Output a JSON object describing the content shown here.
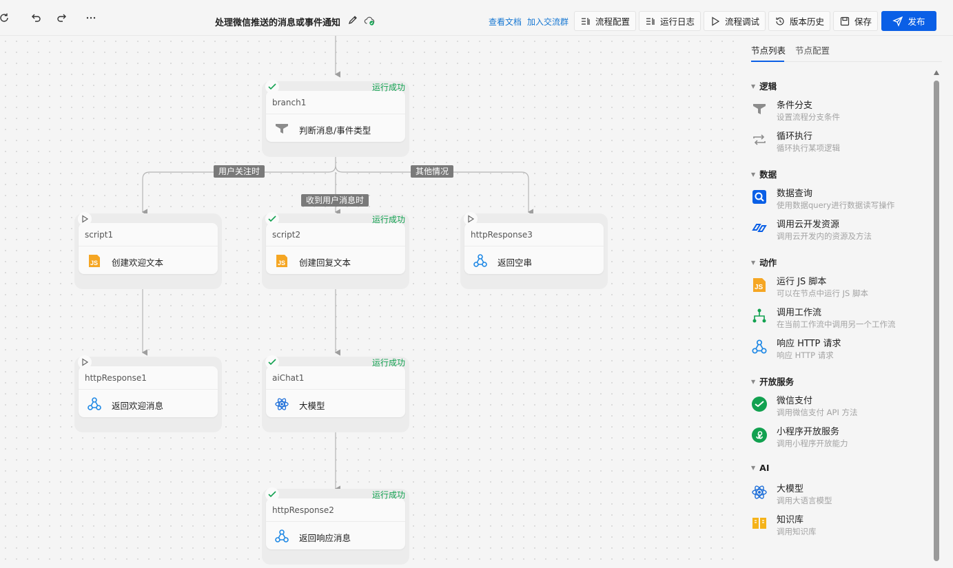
{
  "toolbar": {
    "title": "处理微信推送的消息或事件通知",
    "links": [
      "查看文档",
      "加入交流群"
    ],
    "buttons": {
      "config": "流程配置",
      "logs": "运行日志",
      "debug": "流程调试",
      "history": "版本历史",
      "save": "保存",
      "publish": "发布"
    }
  },
  "canvas": {
    "nodes": {
      "branch1": {
        "name": "branch1",
        "label": "判断消息/事件类型",
        "status": "运行成功"
      },
      "script1": {
        "name": "script1",
        "label": "创建欢迎文本",
        "status": ""
      },
      "script2": {
        "name": "script2",
        "label": "创建回复文本",
        "status": "运行成功"
      },
      "httpResponse3": {
        "name": "httpResponse3",
        "label": "返回空串",
        "status": ""
      },
      "httpResponse1": {
        "name": "httpResponse1",
        "label": "返回欢迎消息",
        "status": ""
      },
      "aiChat1": {
        "name": "aiChat1",
        "label": "大模型",
        "status": "运行成功"
      },
      "httpResponse2": {
        "name": "httpResponse2",
        "label": "返回响应消息",
        "status": "运行成功"
      }
    },
    "edge_labels": {
      "follow": "用户关注时",
      "message": "收到用户消息时",
      "other": "其他情况"
    }
  },
  "panel": {
    "tabs": [
      "节点列表",
      "节点配置"
    ],
    "groups": [
      {
        "title": "逻辑",
        "items": [
          {
            "title": "条件分支",
            "desc": "设置流程分支条件",
            "icon": "filter-icon"
          },
          {
            "title": "循环执行",
            "desc": "循环执行某项逻辑",
            "icon": "loop-icon"
          }
        ]
      },
      {
        "title": "数据",
        "items": [
          {
            "title": "数据查询",
            "desc": "使用数据query进行数据读写操作",
            "icon": "data-query-icon"
          },
          {
            "title": "调用云开发资源",
            "desc": "调用云开发内的资源及方法",
            "icon": "cloudbase-icon"
          }
        ]
      },
      {
        "title": "动作",
        "items": [
          {
            "title": "运行 JS 脚本",
            "desc": "可以在节点中运行 JS 脚本",
            "icon": "js-icon"
          },
          {
            "title": "调用工作流",
            "desc": "在当前工作流中调用另一个工作流",
            "icon": "workflow-icon"
          },
          {
            "title": "响应 HTTP 请求",
            "desc": "响应 HTTP 请求",
            "icon": "webhook-icon"
          }
        ]
      },
      {
        "title": "开放服务",
        "items": [
          {
            "title": "微信支付",
            "desc": "调用微信支付 API 方法",
            "icon": "wechat-pay-icon"
          },
          {
            "title": "小程序开放服务",
            "desc": "调用小程序开放能力",
            "icon": "miniprogram-icon"
          }
        ]
      },
      {
        "title": "AI",
        "items": [
          {
            "title": "大模型",
            "desc": "调用大语言模型",
            "icon": "llm-icon"
          },
          {
            "title": "知识库",
            "desc": "调用知识库",
            "icon": "knowledge-base-icon"
          }
        ]
      }
    ]
  },
  "colors": {
    "accent": "#0a5fe6",
    "success": "#12a150",
    "link": "#1677d2"
  }
}
